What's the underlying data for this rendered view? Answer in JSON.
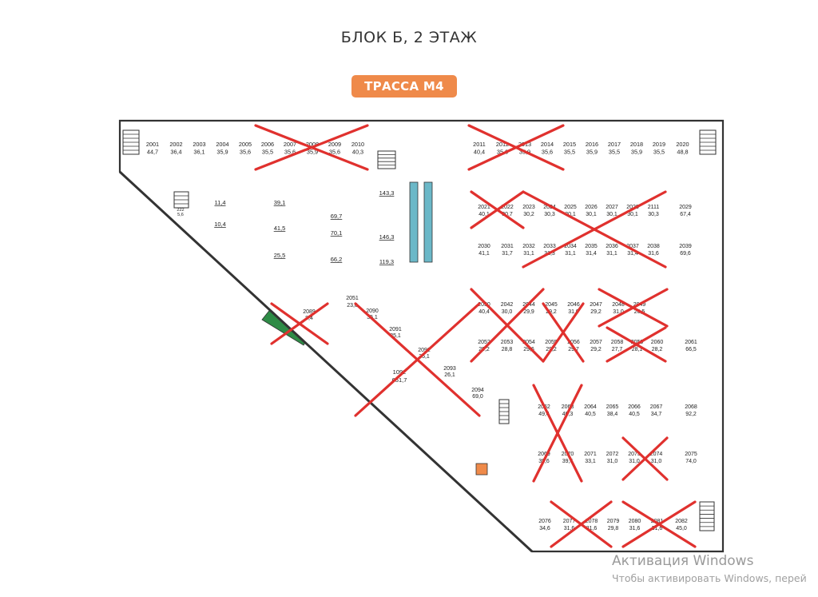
{
  "title": "БЛОК Б, 2 ЭТАЖ",
  "road_label": "ТРАССА М4",
  "watermark": {
    "line1": "Активация Windows",
    "line2": "Чтобы активировать Windows, перей"
  },
  "colors": {
    "red": "#f0907e",
    "green": "#5ec35a",
    "yellow": "#fff000",
    "peach": "#f6b08d",
    "blue": "#b9d7f2",
    "darkgreen": "#2e8b46",
    "cross": "#e0312e",
    "wall": "#333333"
  },
  "units": [
    {
      "id": "2001",
      "area": "44,7",
      "color": "red",
      "crossed": false
    },
    {
      "id": "2002",
      "area": "36,4",
      "color": "red",
      "crossed": false
    },
    {
      "id": "2003",
      "area": "36,1",
      "color": "red",
      "crossed": false
    },
    {
      "id": "2004",
      "area": "35,9",
      "color": "red",
      "crossed": false
    },
    {
      "id": "2005",
      "area": "35,6",
      "color": "red",
      "crossed": false
    },
    {
      "id": "2006",
      "area": "35,5",
      "color": "red",
      "crossed": true
    },
    {
      "id": "2007",
      "area": "35,6",
      "color": "red",
      "crossed": true
    },
    {
      "id": "2008",
      "area": "35,9",
      "color": "red",
      "crossed": true
    },
    {
      "id": "2009",
      "area": "35,6",
      "color": "red",
      "crossed": true
    },
    {
      "id": "2010",
      "area": "40,3",
      "color": "red",
      "crossed": true
    },
    {
      "id": "2011",
      "area": "40,4",
      "color": "red",
      "crossed": true
    },
    {
      "id": "2012",
      "area": "35,6",
      "color": "red",
      "crossed": true
    },
    {
      "id": "2013",
      "area": "35,9",
      "color": "red",
      "crossed": true
    },
    {
      "id": "2014",
      "area": "35,6",
      "color": "red",
      "crossed": true
    },
    {
      "id": "2015",
      "area": "35,5",
      "color": "red",
      "crossed": false
    },
    {
      "id": "2016",
      "area": "35,9",
      "color": "red",
      "crossed": false
    },
    {
      "id": "2017",
      "area": "35,5",
      "color": "red",
      "crossed": false
    },
    {
      "id": "2018",
      "area": "35,9",
      "color": "red",
      "crossed": false
    },
    {
      "id": "2019",
      "area": "35,5",
      "color": "red",
      "crossed": false
    },
    {
      "id": "2020",
      "area": "48,8",
      "color": "red",
      "crossed": false
    },
    {
      "id": "2021",
      "area": "40,1",
      "color": "peach",
      "crossed": false
    },
    {
      "id": "2022",
      "area": "30,7",
      "color": "peach",
      "crossed": false
    },
    {
      "id": "2023",
      "area": "30,2",
      "color": "green",
      "crossed": false
    },
    {
      "id": "2024",
      "area": "30,3",
      "color": "green",
      "crossed": false
    },
    {
      "id": "2025",
      "area": "30,1",
      "color": "green",
      "crossed": false
    },
    {
      "id": "2026",
      "area": "30,1",
      "color": "green",
      "crossed": false
    },
    {
      "id": "2027",
      "area": "30,1",
      "color": "green",
      "crossed": false
    },
    {
      "id": "2028",
      "area": "30,1",
      "color": "green",
      "crossed": false
    },
    {
      "id": "2111",
      "area": "30,3",
      "color": "green",
      "crossed": false
    },
    {
      "id": "2029",
      "area": "67,4",
      "color": "green",
      "crossed": false
    },
    {
      "id": "2030",
      "area": "41,1",
      "color": "peach",
      "crossed": false
    },
    {
      "id": "2031",
      "area": "31,7",
      "color": "peach",
      "crossed": false
    },
    {
      "id": "2032",
      "area": "31,1",
      "color": "green",
      "crossed": false
    },
    {
      "id": "2033",
      "area": "31,3",
      "color": "green",
      "crossed": false
    },
    {
      "id": "2034",
      "area": "31,1",
      "color": "green",
      "crossed": false
    },
    {
      "id": "2035",
      "area": "31,4",
      "color": "green",
      "crossed": false
    },
    {
      "id": "2036",
      "area": "31,1",
      "color": "green",
      "crossed": false
    },
    {
      "id": "2037",
      "area": "31,4",
      "color": "green",
      "crossed": false
    },
    {
      "id": "2038",
      "area": "31,6",
      "color": "green",
      "crossed": false
    },
    {
      "id": "2039",
      "area": "69,6",
      "color": "green",
      "crossed": false
    },
    {
      "id": "2050",
      "area": "40,4",
      "color": "peach",
      "crossed": false
    },
    {
      "id": "2042",
      "area": "30,0",
      "color": "green",
      "crossed": false
    },
    {
      "id": "2044",
      "area": "29,9",
      "color": "green",
      "crossed": false
    },
    {
      "id": "2045",
      "area": "29,2",
      "color": "green",
      "crossed": false
    },
    {
      "id": "2046",
      "area": "31,0",
      "color": "green",
      "crossed": false
    },
    {
      "id": "2047",
      "area": "29,2",
      "color": "green",
      "crossed": false
    },
    {
      "id": "2048",
      "area": "31,0",
      "color": "green",
      "crossed": false
    },
    {
      "id": "2049",
      "area": "26,5",
      "color": "green",
      "crossed": false
    },
    {
      "id": "2052",
      "area": "29,2",
      "color": "peach",
      "crossed": false
    },
    {
      "id": "2053",
      "area": "28,8",
      "color": "green",
      "crossed": false
    },
    {
      "id": "2054",
      "area": "29,6",
      "color": "green",
      "crossed": false
    },
    {
      "id": "2055",
      "area": "29,2",
      "color": "green",
      "crossed": false
    },
    {
      "id": "2056",
      "area": "29,7",
      "color": "green",
      "crossed": false
    },
    {
      "id": "2057",
      "area": "29,2",
      "color": "green",
      "crossed": false
    },
    {
      "id": "2058",
      "area": "27,7",
      "color": "green",
      "crossed": false
    },
    {
      "id": "2059",
      "area": "28,1",
      "color": "green",
      "crossed": false
    },
    {
      "id": "2060",
      "area": "28,2",
      "color": "green",
      "crossed": false
    },
    {
      "id": "2061",
      "area": "66,5",
      "color": "green",
      "crossed": false
    },
    {
      "id": "2062",
      "area": "49,4",
      "color": "green",
      "crossed": false
    },
    {
      "id": "2063",
      "area": "40,3",
      "color": "green",
      "crossed": false
    },
    {
      "id": "2064",
      "area": "40,5",
      "color": "green",
      "crossed": false
    },
    {
      "id": "2065",
      "area": "38,4",
      "color": "green",
      "crossed": false
    },
    {
      "id": "2066",
      "area": "40,5",
      "color": "green",
      "crossed": false
    },
    {
      "id": "2067",
      "area": "34,7",
      "color": "green",
      "crossed": false
    },
    {
      "id": "2068",
      "area": "92,2",
      "color": "green",
      "crossed": false
    },
    {
      "id": "2069",
      "area": "39,6",
      "color": "green",
      "crossed": false
    },
    {
      "id": "2070",
      "area": "39,6",
      "color": "green",
      "crossed": false
    },
    {
      "id": "2071",
      "area": "33,1",
      "color": "green",
      "crossed": false
    },
    {
      "id": "2072",
      "area": "31,0",
      "color": "green",
      "crossed": false
    },
    {
      "id": "2073",
      "area": "31,0",
      "color": "green",
      "crossed": false
    },
    {
      "id": "2074",
      "area": "31,0",
      "color": "green",
      "crossed": false
    },
    {
      "id": "2075",
      "area": "74,0",
      "color": "green",
      "crossed": false
    },
    {
      "id": "2076",
      "area": "34,6",
      "color": "green",
      "crossed": false
    },
    {
      "id": "2077",
      "area": "31,6",
      "color": "green",
      "crossed": false
    },
    {
      "id": "2078",
      "area": "31,6",
      "color": "green",
      "crossed": false
    },
    {
      "id": "2079",
      "area": "29,8",
      "color": "green",
      "crossed": false
    },
    {
      "id": "2080",
      "area": "31,6",
      "color": "green",
      "crossed": false
    },
    {
      "id": "2081",
      "area": "31,6",
      "color": "green",
      "crossed": false
    },
    {
      "id": "2082",
      "area": "45,0",
      "color": "green",
      "crossed": false
    },
    {
      "id": "2051",
      "area": "23,0",
      "color": "peach",
      "crossed": false
    },
    {
      "id": "2090",
      "area": "35,1",
      "color": "peach",
      "crossed": false
    },
    {
      "id": "2091",
      "area": "35,1",
      "color": "peach",
      "crossed": false
    },
    {
      "id": "2092",
      "area": "35,1",
      "color": "peach",
      "crossed": false
    },
    {
      "id": "2093",
      "area": "26,1",
      "color": "peach",
      "crossed": false
    },
    {
      "id": "2094",
      "area": "69,0",
      "color": "peach",
      "crossed": false
    },
    {
      "id": "2089",
      "area": "8,4",
      "color": "darkgreen",
      "crossed": false
    }
  ],
  "yellow_areas": [
    "11,4",
    "39,1",
    "69,7",
    "10,4",
    "41,5",
    "70,1",
    "25,5",
    "66,2"
  ],
  "gallery_areas": [
    "143,3",
    "146,3",
    "119,3"
  ],
  "small_label": "222\n5,6",
  "big_hall": {
    "id": "1092",
    "area": "651,7"
  }
}
